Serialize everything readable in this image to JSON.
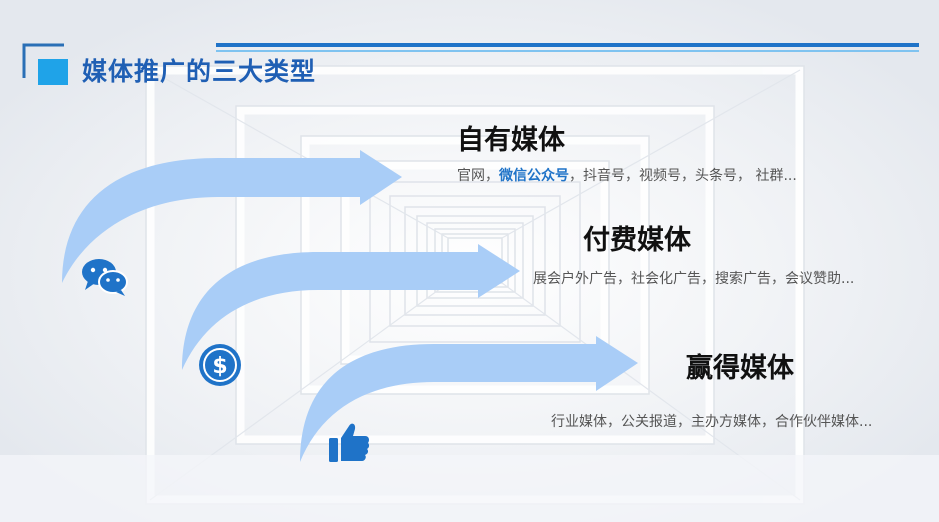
{
  "slide": {
    "title": "媒体推广的三大类型",
    "accent_color": "#1f73c8",
    "arrow_color": "#a9cdf7",
    "items": [
      {
        "heading": "自有媒体",
        "desc_before": "官网，",
        "desc_highlight": "微信公众号",
        "desc_after": "，抖音号，视频号，头条号， 社群...",
        "icon": "wechat-icon"
      },
      {
        "heading": "付费媒体",
        "desc": "展会户外广告，社会化广告，搜索广告，会议赞助...",
        "icon": "dollar-coin-icon"
      },
      {
        "heading": "赢得媒体",
        "desc": "行业媒体，公关报道，主办方媒体，合作伙伴媒体...",
        "icon": "thumbs-up-icon"
      }
    ]
  }
}
